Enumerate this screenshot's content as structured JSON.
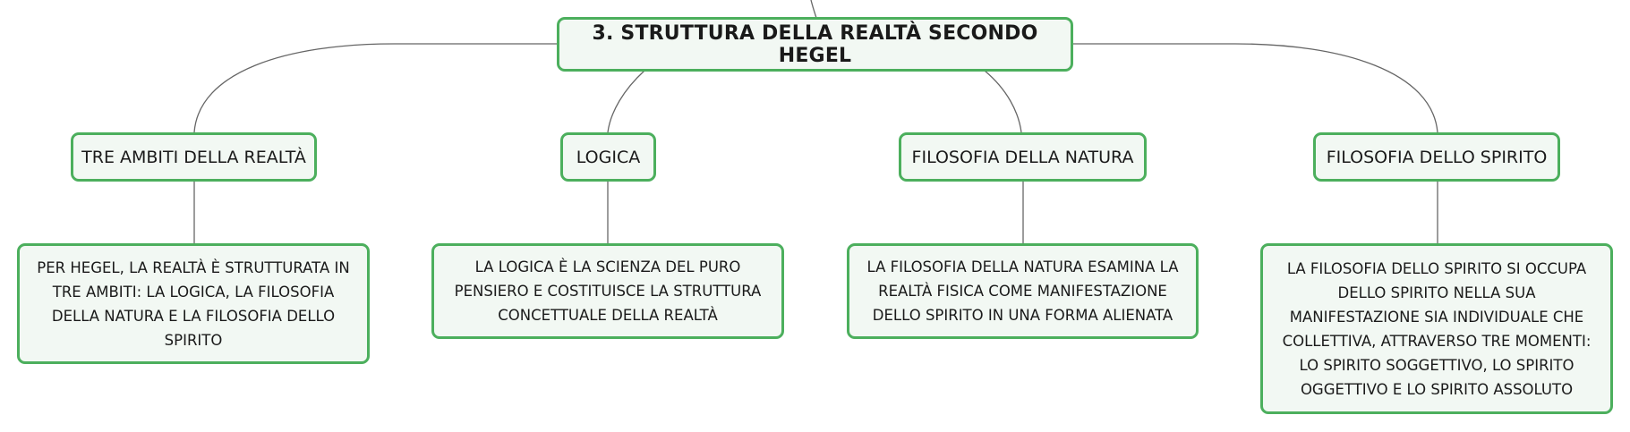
{
  "root": {
    "label": "3. STRUTTURA DELLA REALTÀ SECONDO HEGEL"
  },
  "branches": [
    {
      "label": "TRE AMBITI DELLA REALTÀ",
      "detail": "PER HEGEL, LA REALTÀ È STRUTTURATA IN TRE AMBITI: LA LOGICA, LA FILOSOFIA DELLA NATURA E LA FILOSOFIA DELLO SPIRITO"
    },
    {
      "label": "LOGICA",
      "detail": "LA LOGICA È LA SCIENZA DEL PURO PENSIERO E COSTITUISCE LA STRUTTURA CONCETTUALE DELLA REALTÀ"
    },
    {
      "label": "FILOSOFIA DELLA NATURA",
      "detail": "LA FILOSOFIA DELLA NATURA ESAMINA LA REALTÀ FISICA COME MANIFESTAZIONE DELLO SPIRITO IN UNA FORMA ALIENATA"
    },
    {
      "label": "FILOSOFIA DELLO SPIRITO",
      "detail": "LA FILOSOFIA DELLO SPIRITO SI OCCUPA DELLO SPIRITO NELLA SUA MANIFESTAZIONE SIA INDIVIDUALE CHE COLLETTIVA, ATTRAVERSO TRE MOMENTI: LO SPIRITO SOGGETTIVO, LO SPIRITO OGGETTIVO E LO SPIRITO ASSOLUTO"
    }
  ],
  "colors": {
    "border": "#4caf5d",
    "fill": "#f2f8f3",
    "line": "#666666"
  }
}
